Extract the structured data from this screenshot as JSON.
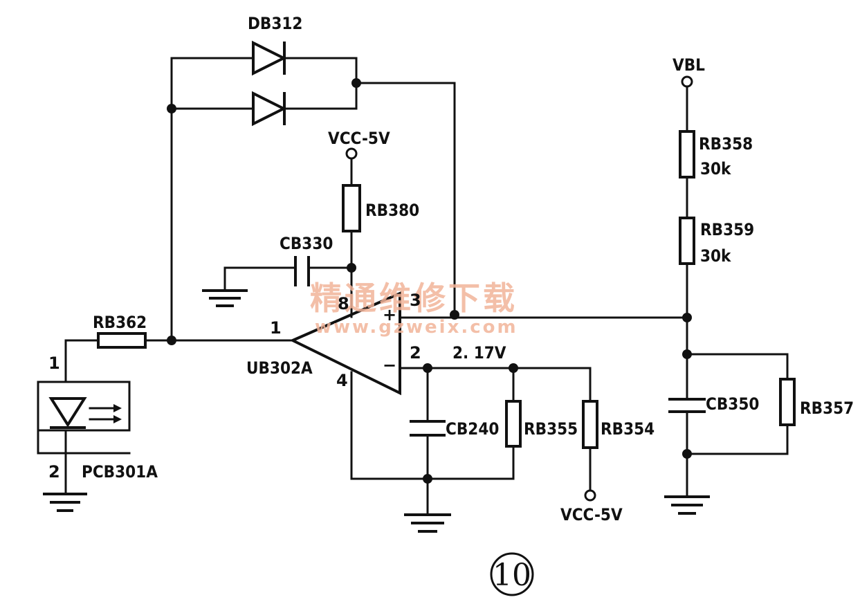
{
  "labels": {
    "db312": "DB312",
    "vcc_top": "VCC-5V",
    "rb380": "RB380",
    "cb330": "CB330",
    "rb362": "RB362",
    "ub302a": "UB302A",
    "pcb301a": "PCB301A",
    "cb240": "CB240",
    "rb355": "RB355",
    "rb354": "RB354",
    "vcc_bottom": "VCC-5V",
    "voltage": "2. 17V",
    "vbl": "VBL",
    "rb358": "RB358",
    "rb358_value": "30k",
    "rb359": "RB359",
    "rb359_value": "30k",
    "cb350": "CB350",
    "rb357": "RB357",
    "figure_number": "⑩"
  },
  "pins": {
    "opamp_out": "1",
    "opamp_minus": "2",
    "opamp_plus": "3",
    "opamp_gnd": "4",
    "opamp_vcc": "8",
    "sensor_pin1": "1",
    "sensor_pin2": "2",
    "plus_sign": "+",
    "minus_sign": "−"
  },
  "watermark": {
    "line1": "精通维修下载",
    "line2": "www.gzweix.com"
  }
}
